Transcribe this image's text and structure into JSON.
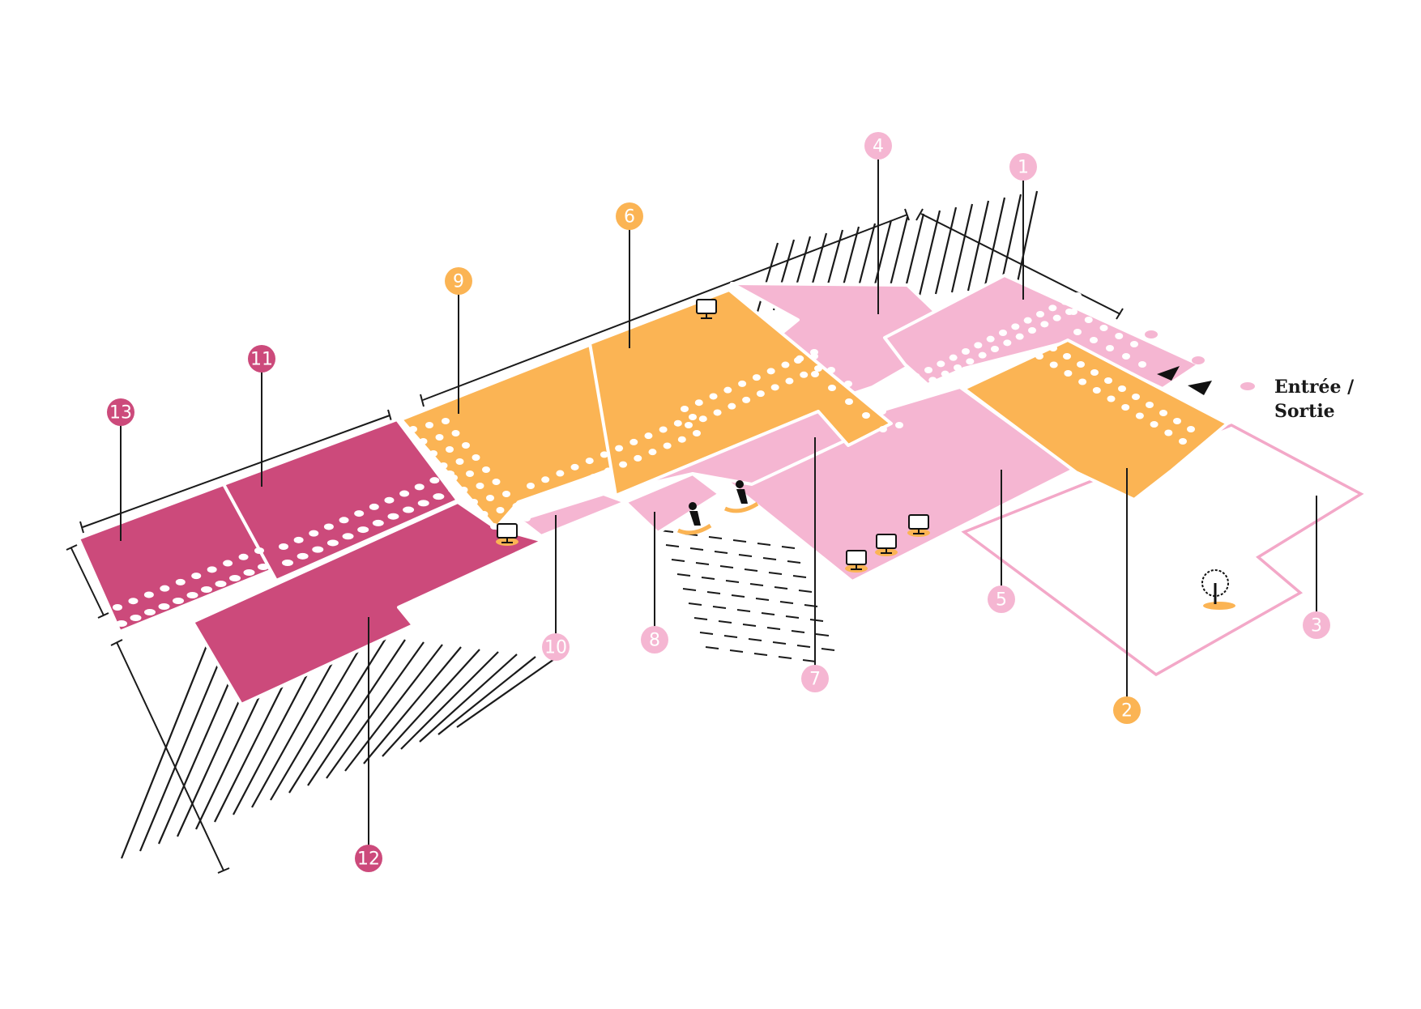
{
  "colors": {
    "light_pink": "#f5b6d2",
    "orange": "#fbb454",
    "magenta": "#cc4a7b",
    "outline_pink": "#f3a8c8",
    "dots": "#ffffff",
    "ink": "#1a1a1a"
  },
  "labels": [
    {
      "id": "1",
      "color": "light_pink"
    },
    {
      "id": "2",
      "color": "orange"
    },
    {
      "id": "3",
      "color": "light_pink"
    },
    {
      "id": "4",
      "color": "light_pink"
    },
    {
      "id": "5",
      "color": "light_pink"
    },
    {
      "id": "6",
      "color": "orange"
    },
    {
      "id": "7",
      "color": "light_pink"
    },
    {
      "id": "8",
      "color": "light_pink"
    },
    {
      "id": "9",
      "color": "orange"
    },
    {
      "id": "10",
      "color": "light_pink"
    },
    {
      "id": "11",
      "color": "magenta"
    },
    {
      "id": "12",
      "color": "magenta"
    },
    {
      "id": "13",
      "color": "magenta"
    }
  ],
  "legend": {
    "line1": "Entrée /",
    "line2": "Sortie",
    "marker": "pink-dot-icon"
  },
  "icons": [
    "computer-icon",
    "person-icon",
    "tree-icon",
    "entrance-arrow-icon"
  ]
}
